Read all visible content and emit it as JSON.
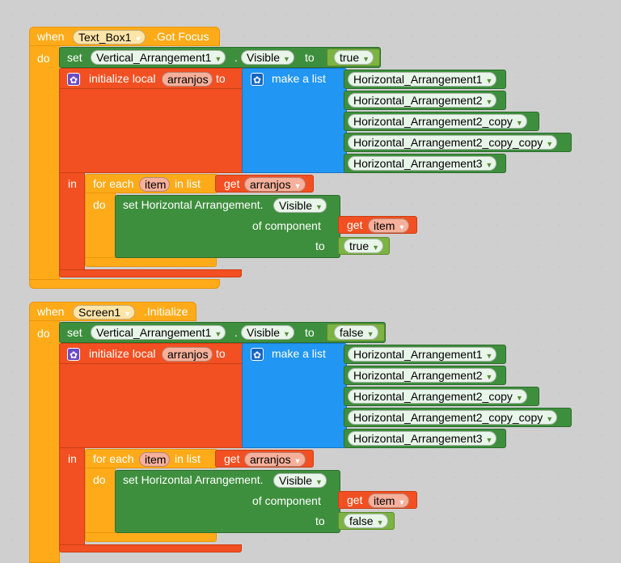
{
  "blocks": [
    {
      "when": "when",
      "component": "Text_Box1",
      "event": ".Got Focus",
      "do": "do",
      "set": "set",
      "target": "Vertical_Arrangement1",
      "dot": ".",
      "property": "Visible",
      "to": "to",
      "value": "true",
      "init_local": "initialize local",
      "var_name": "arranjos",
      "make_list": "make a list",
      "list_items": [
        "Horizontal_Arrangement1",
        "Horizontal_Arrangement2",
        "Horizontal_Arrangement2_copy",
        "Horizontal_Arrangement2_copy_copy",
        "Horizontal_Arrangement3"
      ],
      "in": "in",
      "for_each": "for each",
      "item": "item",
      "in_list": "in list",
      "get": "get",
      "set_any": "set Horizontal Arrangement.",
      "of_component": "of component",
      "inner_value": "true"
    },
    {
      "when": "when",
      "component": "Screen1",
      "event": ".Initialize",
      "do": "do",
      "set": "set",
      "target": "Vertical_Arrangement1",
      "dot": ".",
      "property": "Visible",
      "to": "to",
      "value": "false",
      "init_local": "initialize local",
      "var_name": "arranjos",
      "make_list": "make a list",
      "list_items": [
        "Horizontal_Arrangement1",
        "Horizontal_Arrangement2",
        "Horizontal_Arrangement2_copy",
        "Horizontal_Arrangement2_copy_copy",
        "Horizontal_Arrangement3"
      ],
      "in": "in",
      "for_each": "for each",
      "item": "item",
      "in_list": "in list",
      "get": "get",
      "set_any": "set Horizontal Arrangement.",
      "of_component": "of component",
      "inner_value": "false"
    }
  ],
  "colors": {
    "event": "#ffab19",
    "local": "#f25022",
    "list": "#2196f3",
    "component": "#3e8f3d",
    "logic": "#7cb342"
  }
}
